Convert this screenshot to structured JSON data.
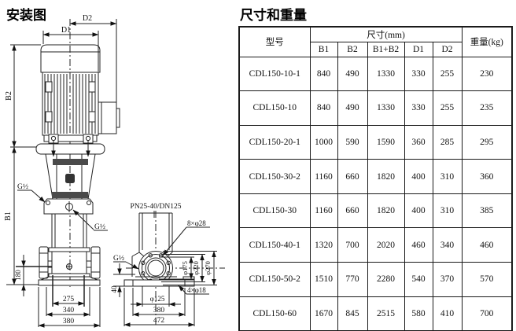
{
  "left": {
    "title": "安装图",
    "dims": {
      "d2": "D2",
      "d1": "D1",
      "b2": "B2",
      "b1": "B1",
      "g_half_top": "G½",
      "g_half_mid": "G½",
      "h180": "180",
      "w275": "275",
      "w340": "340",
      "w380": "380"
    },
    "side_view": {
      "flange_label": "PN25-40/DN125",
      "bolt8": "8×φ28",
      "g_half": "G½",
      "h40": "40",
      "d175": "φ175",
      "d220": "φ220",
      "d270": "φ270",
      "d125": "φ125",
      "w380": "380",
      "w472": "472",
      "bolt4": "4×φ18"
    }
  },
  "table": {
    "title": "尺寸和重量",
    "col_model": "型号",
    "col_size": "尺寸(mm)",
    "col_weight": "重量(kg)",
    "size_cols": [
      "B1",
      "B2",
      "B1+B2",
      "D1",
      "D2"
    ],
    "rows": [
      {
        "model": "CDL150-10-1",
        "b1": "840",
        "b2": "490",
        "b1b2": "1330",
        "d1": "330",
        "d2": "255",
        "w": "230"
      },
      {
        "model": "CDL150-10",
        "b1": "840",
        "b2": "490",
        "b1b2": "1330",
        "d1": "330",
        "d2": "255",
        "w": "235"
      },
      {
        "model": "CDL150-20-1",
        "b1": "1000",
        "b2": "590",
        "b1b2": "1590",
        "d1": "360",
        "d2": "285",
        "w": "295"
      },
      {
        "model": "CDL150-30-2",
        "b1": "1160",
        "b2": "660",
        "b1b2": "1820",
        "d1": "400",
        "d2": "310",
        "w": "360"
      },
      {
        "model": "CDL150-30",
        "b1": "1160",
        "b2": "660",
        "b1b2": "1820",
        "d1": "400",
        "d2": "310",
        "w": "385"
      },
      {
        "model": "CDL150-40-1",
        "b1": "1320",
        "b2": "700",
        "b1b2": "2020",
        "d1": "460",
        "d2": "340",
        "w": "460"
      },
      {
        "model": "CDL150-50-2",
        "b1": "1510",
        "b2": "770",
        "b1b2": "2280",
        "d1": "540",
        "d2": "370",
        "w": "570"
      },
      {
        "model": "CDL150-60",
        "b1": "1670",
        "b2": "845",
        "b1b2": "2515",
        "d1": "580",
        "d2": "410",
        "w": "700"
      }
    ]
  }
}
